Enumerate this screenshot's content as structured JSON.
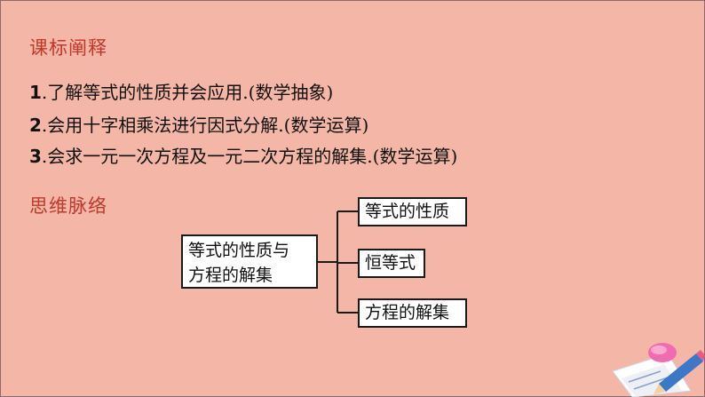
{
  "sections": {
    "standards_title": "课标阐释",
    "mindmap_title": "思维脉络"
  },
  "objectives": [
    {
      "num": "1",
      "text": ".了解等式的性质并会应用.(数学抽象)"
    },
    {
      "num": "2",
      "text": ".会用十字相乘法进行因式分解.(数学运算)"
    },
    {
      "num": "3",
      "text": ".会求一元一次方程及一元二次方程的解集.(数学运算)"
    }
  ],
  "mindmap": {
    "root_line1": "等式的性质与",
    "root_line2": "方程的解集",
    "branches": [
      "等式的性质",
      "恒等式",
      "方程的解集"
    ]
  }
}
